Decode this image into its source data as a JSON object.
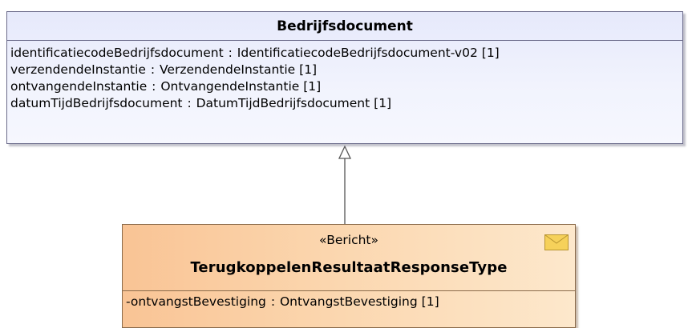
{
  "parent_class": {
    "name": "Bedrijfsdocument",
    "attributes": [
      {
        "name": "identificatiecodeBedrijfsdocument",
        "type": "IdentificatiecodeBedrijfsdocument-v02",
        "multiplicity": "[1]"
      },
      {
        "name": "verzendendeInstantie",
        "type": "VerzendendeInstantie",
        "multiplicity": "[1]"
      },
      {
        "name": "ontvangendeInstantie",
        "type": "OntvangendeInstantie",
        "multiplicity": "[1]"
      },
      {
        "name": "datumTijdBedrijfsdocument",
        "type": "DatumTijdBedrijfsdocument",
        "multiplicity": "[1]"
      }
    ]
  },
  "child_class": {
    "stereotype": "«Bericht»",
    "name": "TerugkoppelenResultaatResponseType",
    "icon": "envelope-icon",
    "attributes": [
      {
        "name": "-ontvangstBevestiging",
        "type": "OntvangstBevestiging",
        "multiplicity": "[1]"
      }
    ]
  },
  "relation": {
    "type": "generalization",
    "from": "TerugkoppelenResultaatResponseType",
    "to": "Bedrijfsdocument"
  },
  "colors": {
    "parent_fill": "#eef0fc",
    "parent_border": "#6b6b8a",
    "child_fill": "#fbd6ae",
    "child_border": "#8a6a4a",
    "envelope": "#f6d15a"
  }
}
